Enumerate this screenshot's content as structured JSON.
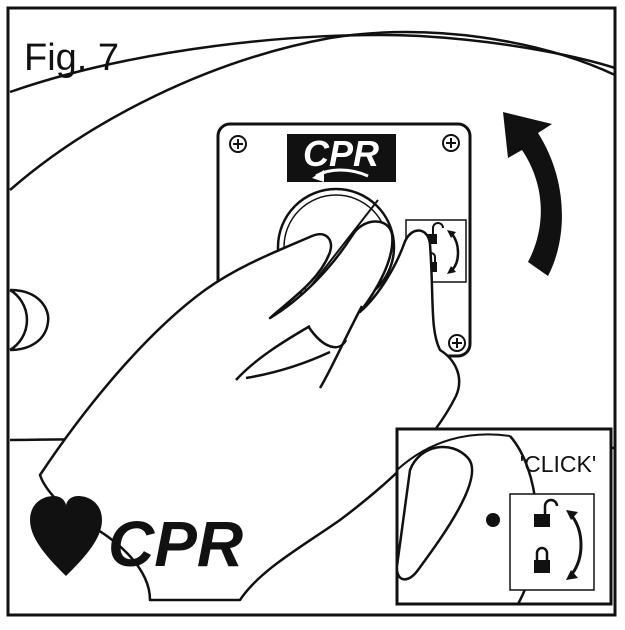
{
  "figure": {
    "label": "Fig. 7"
  },
  "plate": {
    "label": "CPR"
  },
  "detail": {
    "click_text": "'CLICK'"
  },
  "brand": {
    "label": "CPR"
  },
  "colors": {
    "ink": "#111111",
    "paper": "#ffffff",
    "plate_fill": "#f1f1f1",
    "knob_fill": "#e8e8e8"
  },
  "icons": [
    "heart-icon",
    "unlock-icon",
    "lock-icon",
    "rotate-arrow-icon",
    "curved-arrow-icon",
    "screw-icon"
  ]
}
